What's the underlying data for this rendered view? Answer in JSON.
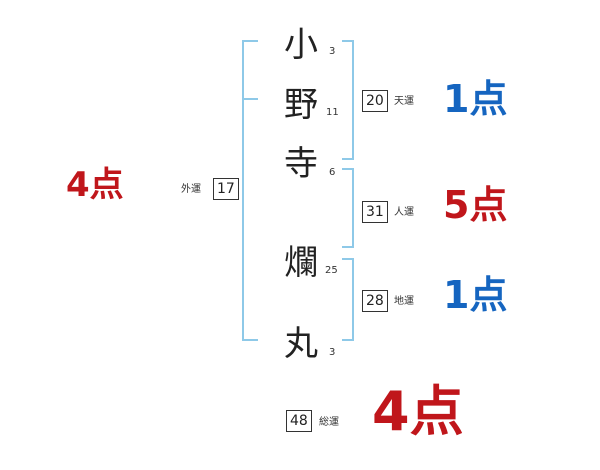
{
  "name_chars": [
    {
      "char": "小",
      "strokes": "3"
    },
    {
      "char": "野",
      "strokes": "11"
    },
    {
      "char": "寺",
      "strokes": "6"
    },
    {
      "char": "爛",
      "strokes": "25"
    },
    {
      "char": "丸",
      "strokes": "3"
    }
  ],
  "fortunes": {
    "tenkaku": {
      "label": "天運",
      "value": "20",
      "points": "1点"
    },
    "jinkaku": {
      "label": "人運",
      "value": "31",
      "points": "5点"
    },
    "chikaku": {
      "label": "地運",
      "value": "28",
      "points": "1点"
    },
    "gaikaku": {
      "label": "外運",
      "value": "17",
      "points": "4点"
    },
    "soukaku": {
      "label": "総運",
      "value": "48",
      "points": "4点"
    }
  },
  "colors": {
    "bracket": "#8ec9e8",
    "good_points": "#1565c0",
    "bad_points": "#c0161b"
  }
}
